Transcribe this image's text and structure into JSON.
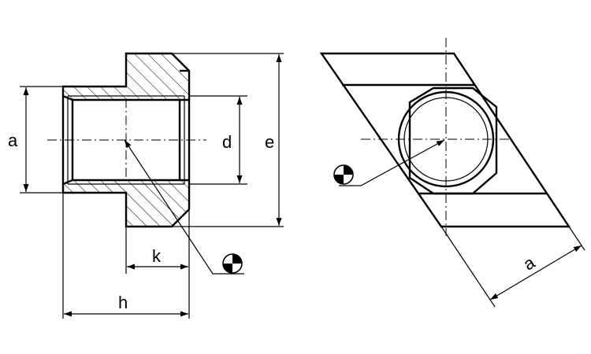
{
  "dimensions": {
    "a_left": "a",
    "d": "d",
    "e": "e",
    "k": "k",
    "h": "h",
    "a_right": "a"
  },
  "icons": {
    "center_mark": "center-of-gravity-symbol"
  }
}
